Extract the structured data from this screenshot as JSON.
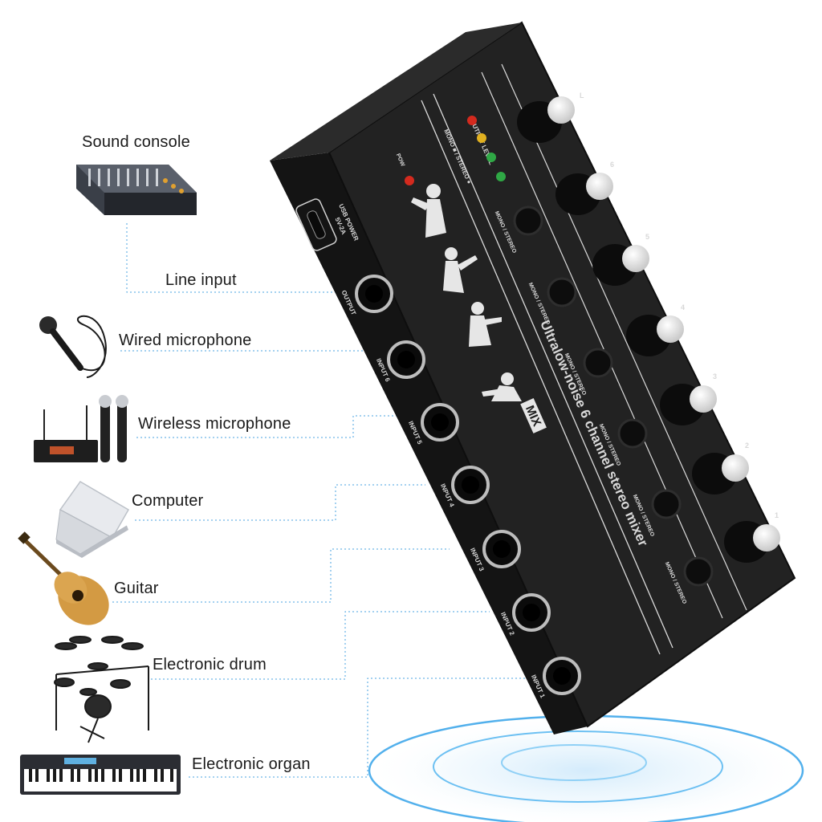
{
  "device": {
    "product_line": "Ultralow-noise 6 channel stereo mixer",
    "brand_mark": "MIX",
    "usb_label": "USB POWER",
    "usb_spec": "5V-2A",
    "output_label": "OUTPUT",
    "pow_label": "POW",
    "output_level_label": "OUTPUT LEVEL",
    "mode_label": "MONO / STEREO",
    "mono_stereo_short": "MONO ■ / STEREO ●",
    "inputs": [
      "INPUT 6",
      "INPUT 5",
      "INPUT 4",
      "INPUT 3",
      "INPUT 2",
      "INPUT 1"
    ],
    "knob_labels": [
      "L",
      "6",
      "5",
      "4",
      "3",
      "2",
      "1"
    ],
    "colors": {
      "body": "#1c1c1c",
      "led_red": "#d42a1e",
      "led_yellow": "#e0b020",
      "led_green": "#2fa845",
      "accent_blue": "#3aa0e6"
    }
  },
  "sources": [
    {
      "label": "Sound console",
      "icon": "mixer-console-icon"
    },
    {
      "label": "Line input",
      "icon": ""
    },
    {
      "label": "Wired microphone",
      "icon": "wired-microphone-icon"
    },
    {
      "label": "Wireless microphone",
      "icon": "wireless-microphone-icon"
    },
    {
      "label": "Computer",
      "icon": "laptop-icon"
    },
    {
      "label": "Guitar",
      "icon": "guitar-icon"
    },
    {
      "label": "Electronic drum",
      "icon": "drum-kit-icon"
    },
    {
      "label": "Electronic organ",
      "icon": "keyboard-icon"
    }
  ]
}
